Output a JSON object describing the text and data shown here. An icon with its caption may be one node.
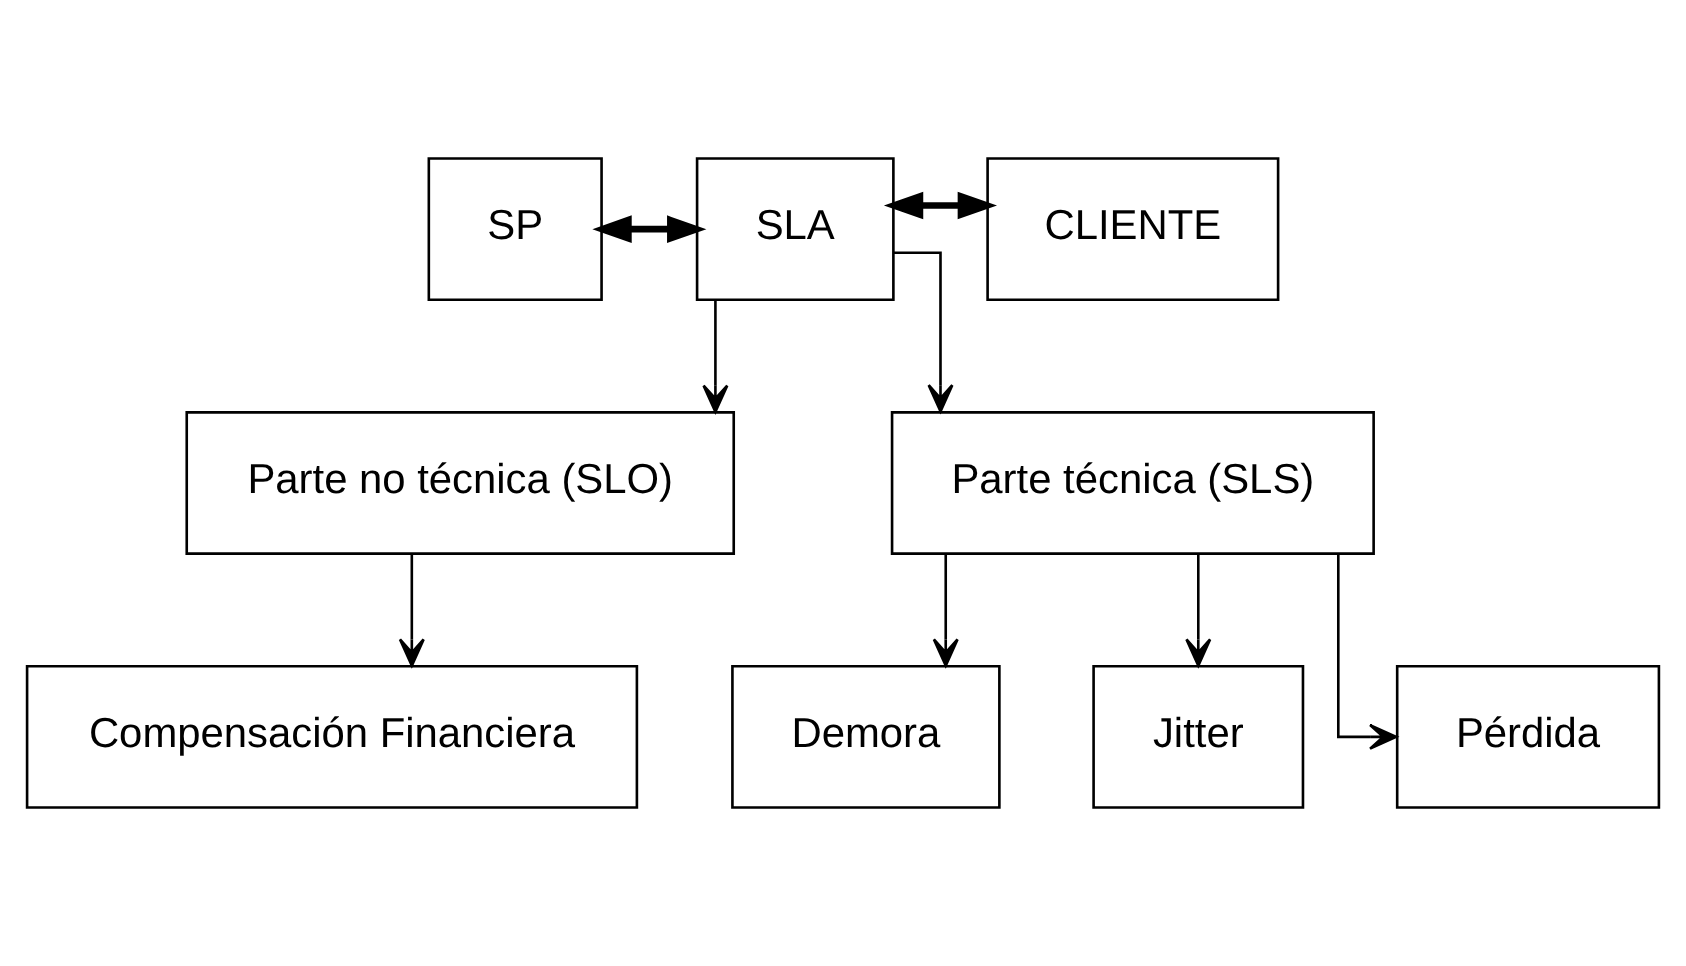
{
  "diagram": {
    "nodes": [
      {
        "text": [
          "SP"
        ]
      },
      {
        "text": [
          "SLA"
        ]
      },
      {
        "text": [
          "CLIENTE"
        ]
      },
      {
        "text": [
          "Parte no técnica (SLO)"
        ]
      },
      {
        "text": [
          "Parte técnica (SLS)"
        ]
      },
      {
        "text": [
          "Compensación Financiera"
        ]
      },
      {
        "text": [
          "Demora"
        ]
      },
      {
        "text": [
          "Jitter"
        ]
      },
      {
        "text": [
          "Pérdida"
        ]
      }
    ],
    "edges": [
      {
        "from": 0,
        "to": 1,
        "arrow": "both",
        "style": "thick"
      },
      {
        "from": 1,
        "to": 2,
        "arrow": "both",
        "style": "thick"
      },
      {
        "from": 1,
        "to": 3,
        "arrow": "to"
      },
      {
        "from": 1,
        "to": 4,
        "arrow": "to"
      },
      {
        "from": 3,
        "to": 5,
        "arrow": "to"
      },
      {
        "from": 4,
        "to": 6,
        "arrow": "to"
      },
      {
        "from": 4,
        "to": 7,
        "arrow": "to"
      },
      {
        "from": 4,
        "to": 8,
        "arrow": "to"
      }
    ]
  }
}
